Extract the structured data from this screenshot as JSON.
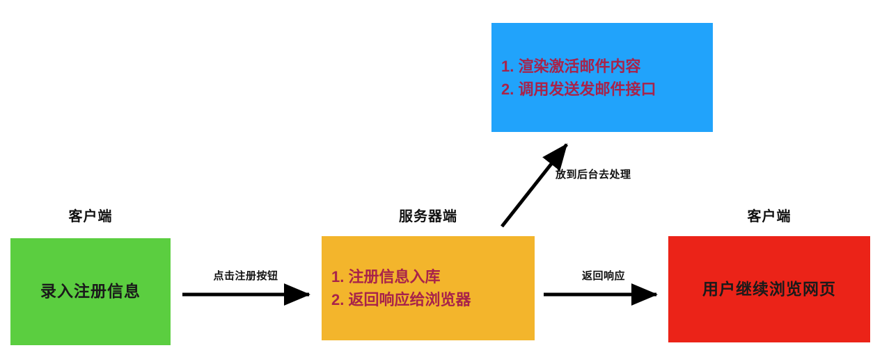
{
  "diagram": {
    "title_text": "",
    "colors": {
      "green": "#5bce40",
      "orange": "#f3b52c",
      "red": "#eb2318",
      "blue": "#21a3fb",
      "crimson_text": "#a8234a",
      "dark_text": "#1a1a1a",
      "arrow": "#000000",
      "background": "#ffffff"
    },
    "headers": {
      "left": "客户端",
      "middle": "服务器端",
      "right": "客户端"
    },
    "nodes": {
      "client_input": {
        "label": "录入注册信息",
        "color": "#5bce40"
      },
      "server_process": {
        "line1": "1. 注册信息入库",
        "line2": "2. 返回响应给浏览器",
        "color": "#f3b52c"
      },
      "client_browse": {
        "label": "用户继续浏览网页",
        "color": "#eb2318"
      },
      "background_task": {
        "line1": "1. 渲染激活邮件内容",
        "line2": "2. 调用发送发邮件接口",
        "color": "#21a3fb"
      }
    },
    "edges": {
      "click_register": "点击注册按钮",
      "return_response": "返回响应",
      "background_process": "放到后台去处理"
    }
  }
}
